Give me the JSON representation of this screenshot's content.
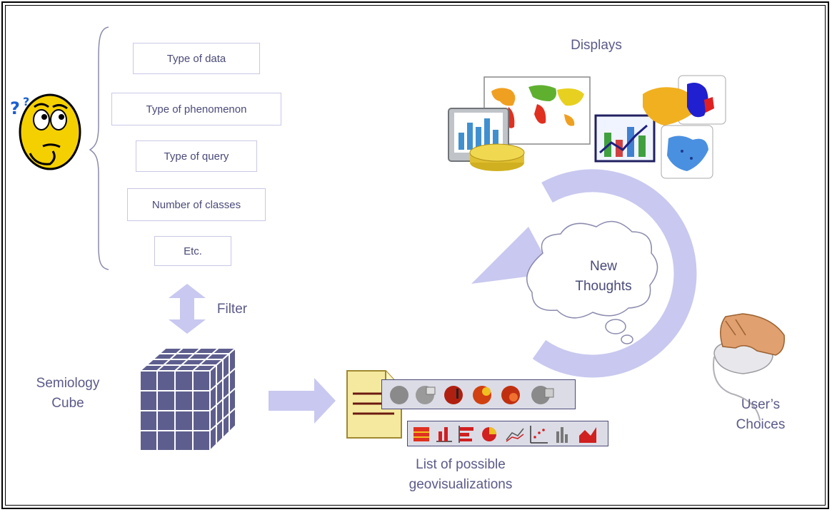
{
  "criteria": [
    "Type of data",
    "Type of phenomenon",
    "Type of query",
    "Number of classes",
    "Etc."
  ],
  "labels": {
    "displays": "Displays",
    "filter": "Filter",
    "semiology_line1": "Semiology",
    "semiology_line2": "Cube",
    "new_thoughts_line1": "New",
    "new_thoughts_line2": "Thoughts",
    "users_line1": "User’s",
    "users_line2": "Choices",
    "list_line1": "List of possible",
    "list_line2": "geovisualizations"
  },
  "colors": {
    "arrow": "#c8c8f0",
    "cube": "#5e5e8e",
    "text": "#4a4a7a",
    "box_border": "#c8c8e6"
  },
  "icons": [
    "confused-smiley-icon",
    "world-map-icon",
    "bar-chart-monitor-icon",
    "line-bar-chart-icon",
    "canada-map-icon",
    "region-map-icon",
    "document-icon",
    "mouse-hand-icon"
  ]
}
